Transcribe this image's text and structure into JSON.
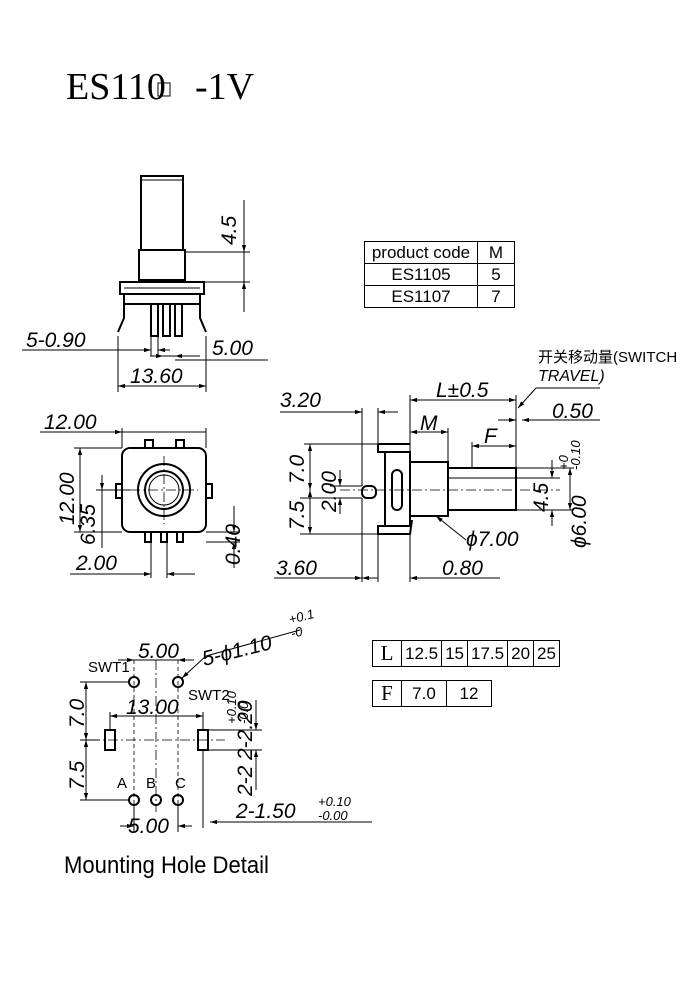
{
  "title": {
    "part": "ES110",
    "suffix": "-1V"
  },
  "caption": "Mounting Hole Detail",
  "product_table": {
    "headers": [
      "product code",
      "M"
    ],
    "rows": [
      [
        "ES1105",
        "5"
      ],
      [
        "ES1107",
        "7"
      ]
    ]
  },
  "l_table": {
    "label": "L",
    "values": [
      "12.5",
      "15",
      "17.5",
      "20",
      "25"
    ]
  },
  "f_table": {
    "label": "F",
    "values": [
      "7.0",
      "12"
    ]
  },
  "front_view": {
    "shaft_height": "4.5",
    "pins": "5-0.90",
    "pin_pitch": "5.00",
    "width": "13.60"
  },
  "top_view": {
    "width": "12.00",
    "height": "12.00",
    "offset_y": "6.35",
    "offset_x": "2.00",
    "tab": "0.40"
  },
  "side_view": {
    "d1": "3.20",
    "length": "L±0.5",
    "switch_travel": "开关移动量(SWITCH",
    "switch_travel_2": "TRAVEL)",
    "travel": "0.50",
    "m": "M",
    "f": "F",
    "h1": "7.0",
    "h2": "2.00",
    "h3": "7.5",
    "flat": "4.5",
    "shaft_dia": "ϕ6.00",
    "shaft_tol_up": "+0",
    "shaft_tol_down": "-0.10",
    "bushing": "ϕ7.00",
    "d2": "3.60",
    "d3": "0.80"
  },
  "mounting": {
    "swt_pitch": "5.00",
    "holes": "5-ϕ1.10",
    "holes_tol_up": "+0.1",
    "holes_tol_down": "-0",
    "swt1": "SWT1",
    "swt2": "SWT2",
    "span": "13.00",
    "v1": "7.0",
    "v2": "7.5",
    "slot_w": "2-2.20",
    "slot_w_tol_up": "+0.10",
    "slot_w_tol_down": "-0.0",
    "slot_h": "2-2",
    "pin_a": "A",
    "pin_b": "B",
    "pin_c": "C",
    "abc_pitch": "5.00",
    "slot": "2-1.50",
    "slot_tol_up": "+0.10",
    "slot_tol_down": "-0.00"
  }
}
